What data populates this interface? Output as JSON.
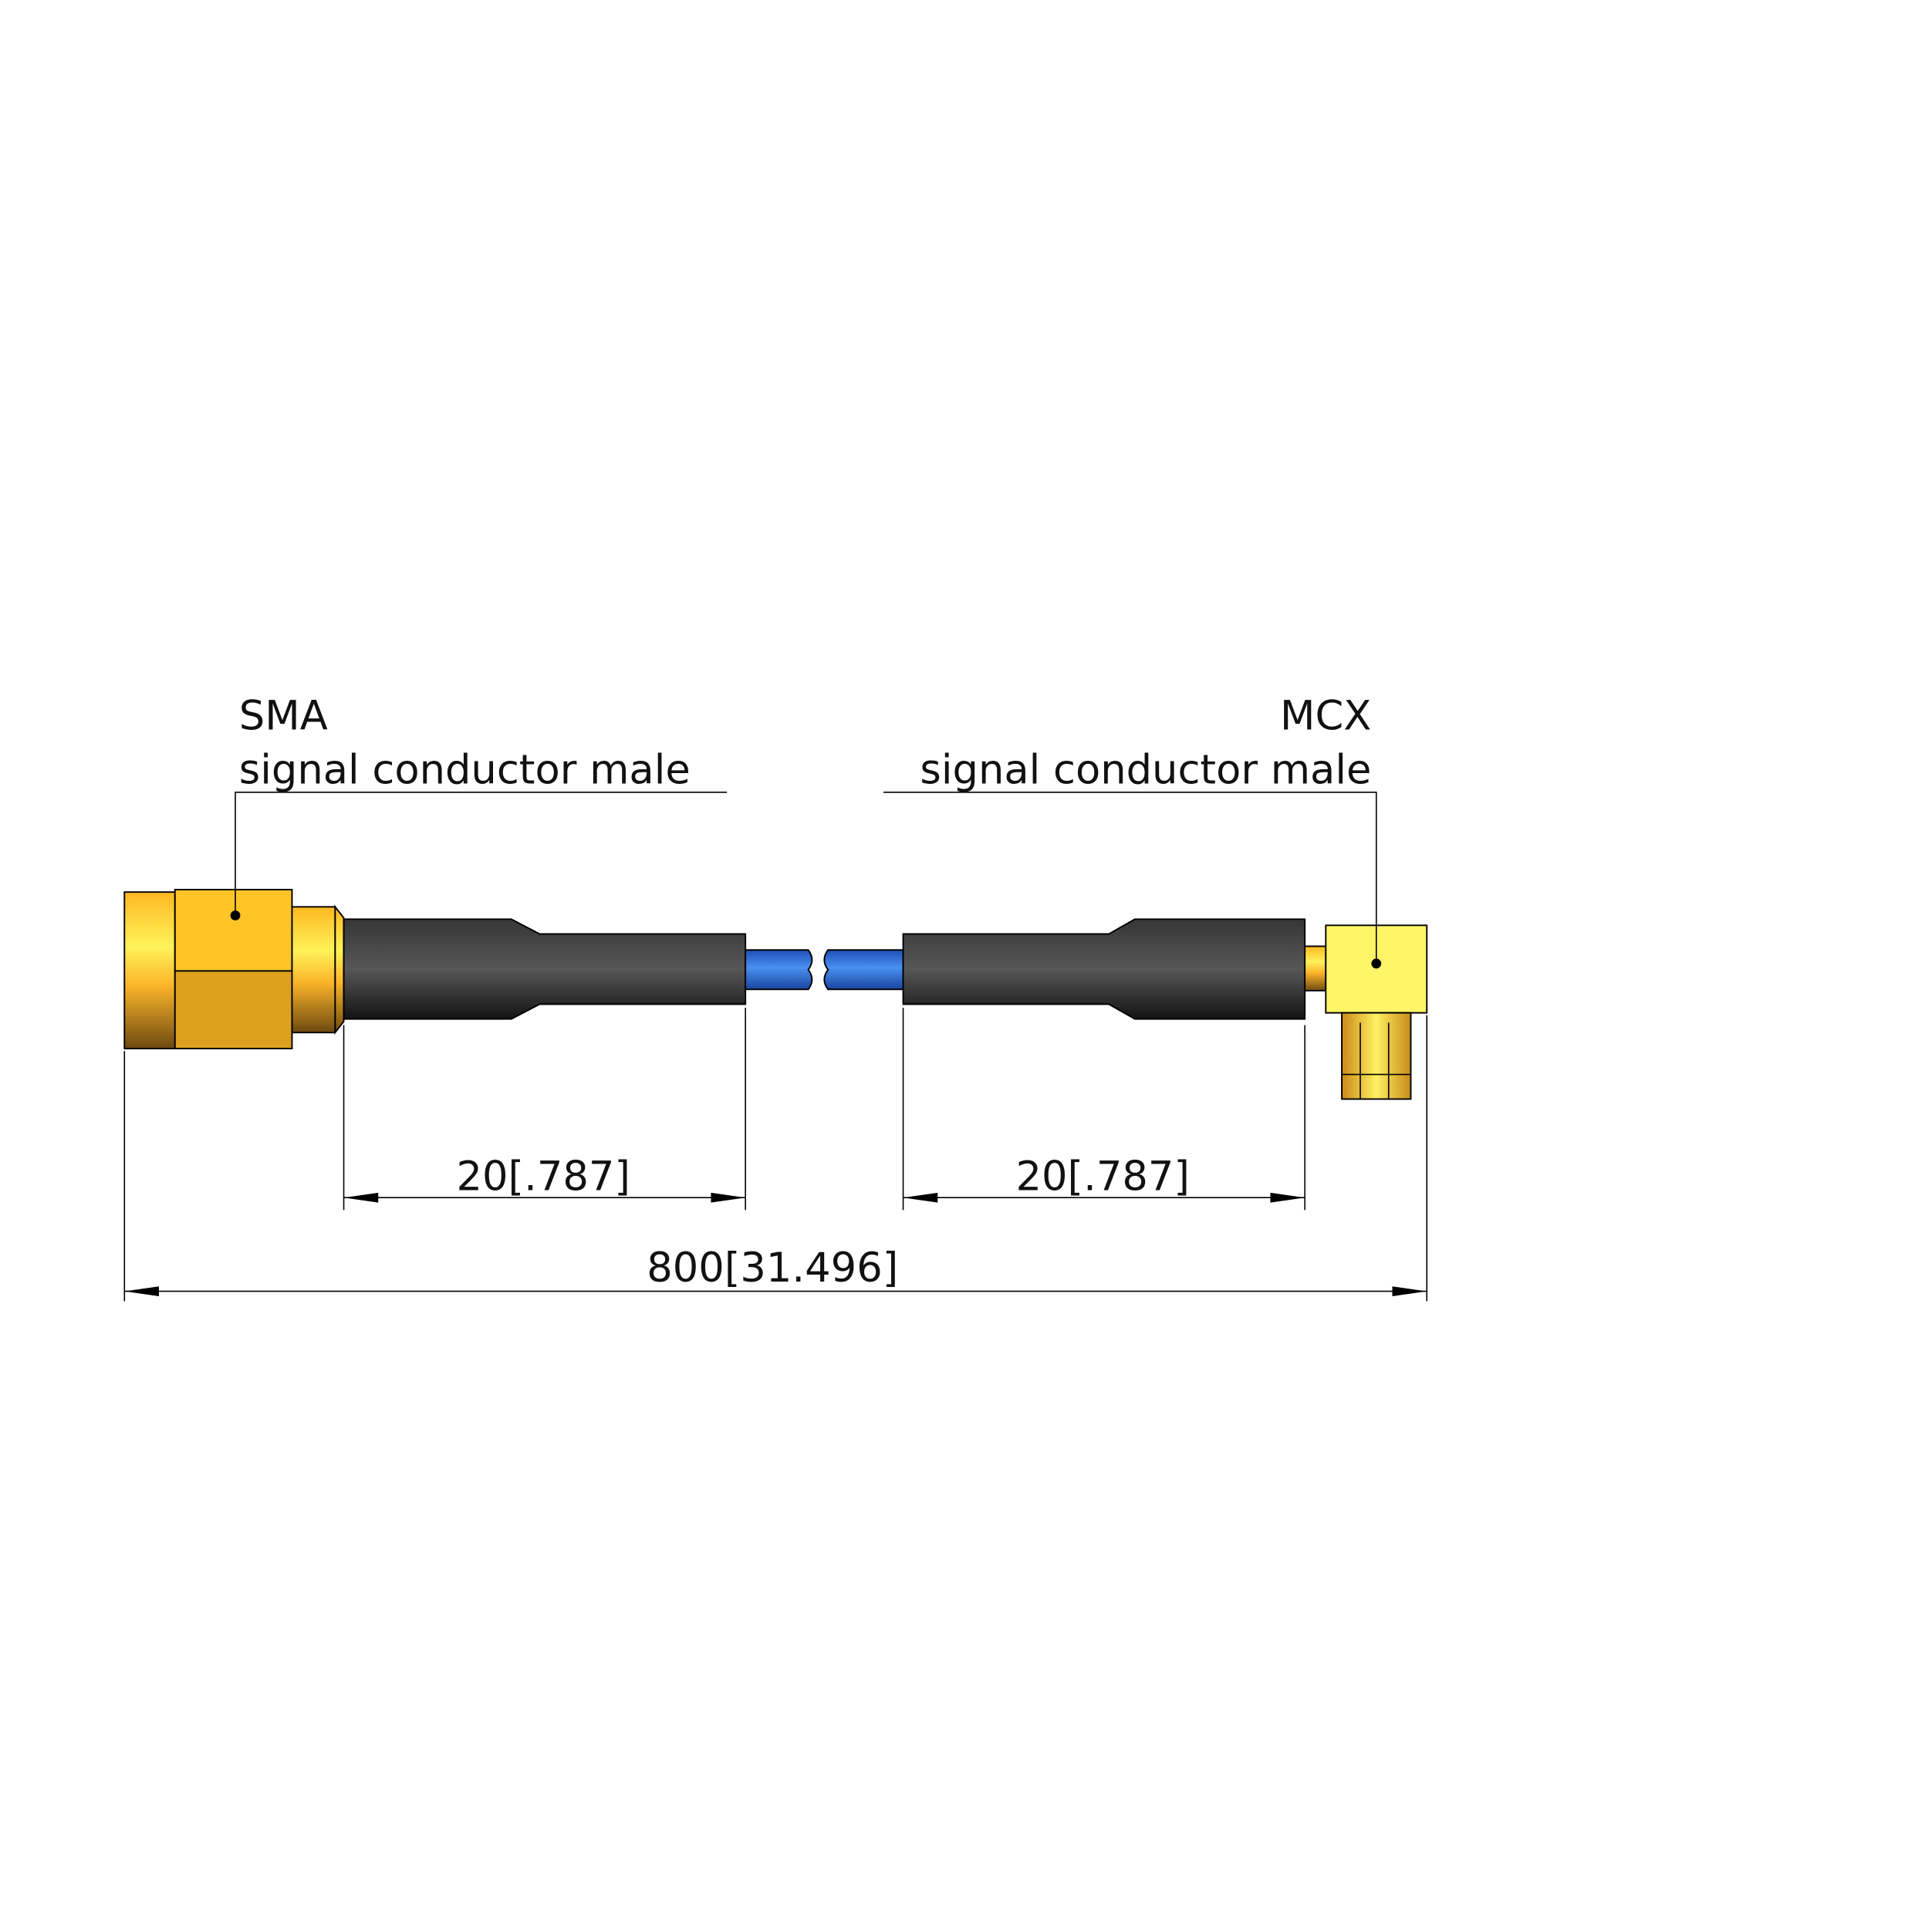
{
  "labels": {
    "left_connector": "SMA",
    "left_description": "signal conductor male",
    "right_connector": "MCX",
    "right_description": "signal conductor male"
  },
  "dimensions": {
    "left_sleeve": "20[.787]",
    "right_sleeve": "20[.787]",
    "overall_length": "800[31.496]"
  },
  "colors": {
    "gold": "#FFC526",
    "gold_dark": "#DDA020",
    "gold_light": "#FFF566",
    "sleeve": "#333333",
    "cable": "#2E6FD8"
  }
}
